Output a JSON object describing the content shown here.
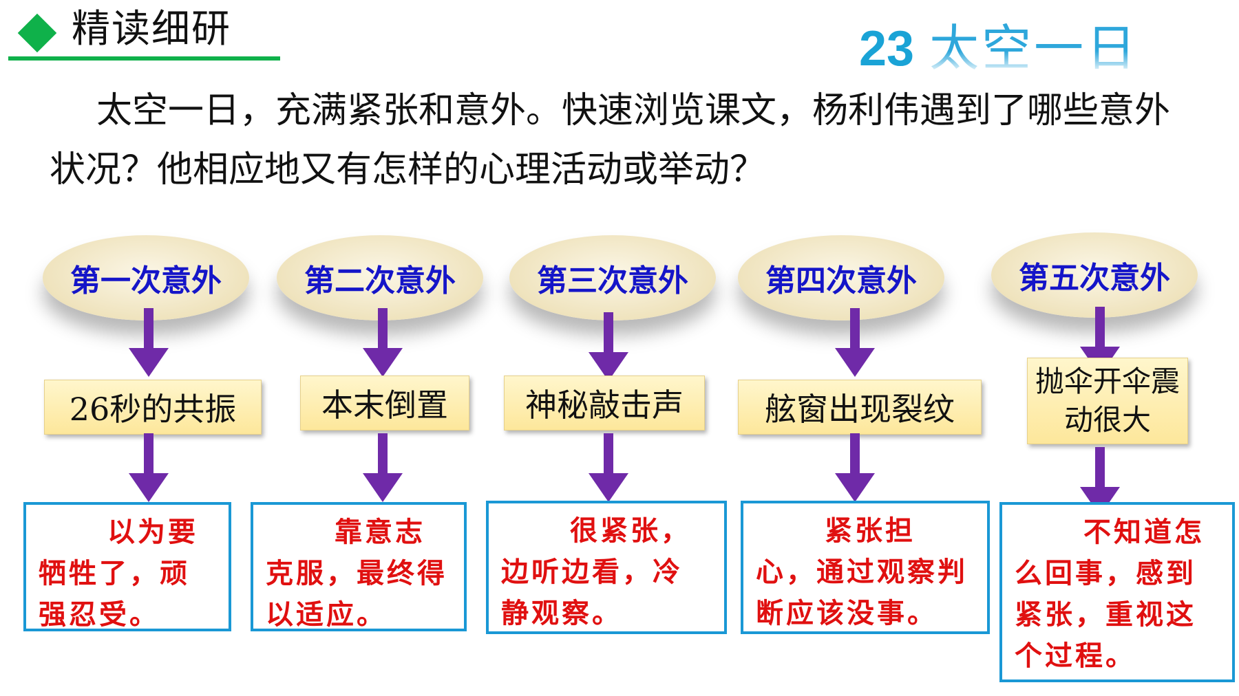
{
  "header": {
    "section_title": "精读细研",
    "lesson_number": "23",
    "lesson_title": "太空一日"
  },
  "intro": {
    "text": "太空一日，充满紧张和意外。快速浏览课文，杨利伟遇到了哪些意外状况？他相应地又有怎样的心理活动或举动？"
  },
  "colors": {
    "accent_green": "#0fb14a",
    "title_blue": "#1aa3d6",
    "oval_text": "#1515c8",
    "arrow_purple": "#6f2aa8",
    "response_border": "#1a98d5",
    "response_text": "#e01010"
  },
  "columns": [
    {
      "label": "第一次意外",
      "event": "26秒的共振",
      "response": "以为要牺牲了，顽强忍受。"
    },
    {
      "label": "第二次意外",
      "event": "本末倒置",
      "response": "靠意志克服，最终得以适应。"
    },
    {
      "label": "第三次意外",
      "event": "神秘敲击声",
      "response": "很紧张，边听边看，冷静观察。"
    },
    {
      "label": "第四次意外",
      "event": "舷窗出现裂纹",
      "response": "紧张担心，通过观察判断应该没事。"
    },
    {
      "label": "第五次意外",
      "event": "抛伞开伞震动很大",
      "response": "不知道怎么回事，感到紧张，重视这个过程。"
    }
  ]
}
